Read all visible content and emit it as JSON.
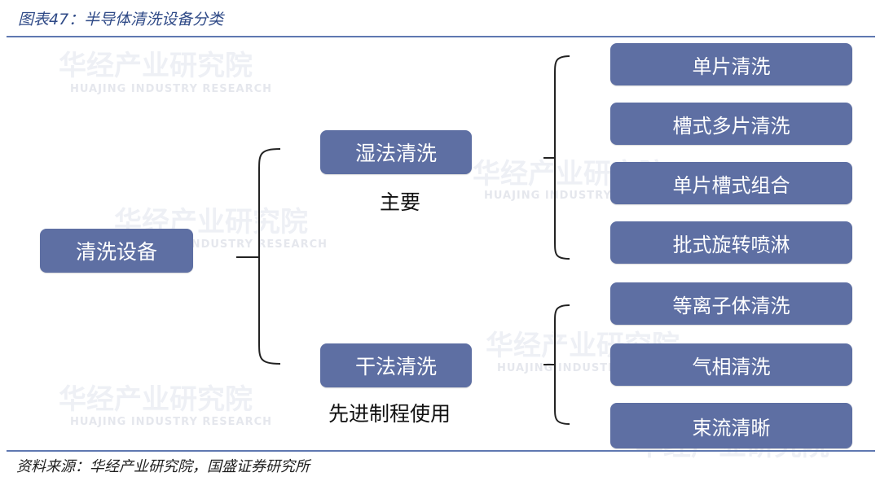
{
  "header": {
    "title": "图表47：半导体清洗设备分类"
  },
  "diagram": {
    "root": "清洗设备",
    "branches": [
      {
        "label": "湿法清洗",
        "note": "主要",
        "children": [
          "单片清洗",
          "槽式多片清洗",
          "单片槽式组合",
          "批式旋转喷淋"
        ]
      },
      {
        "label": "干法清洗",
        "note": "先进制程使用",
        "children": [
          "等离子体清洗",
          "气相清洗",
          "束流清晰"
        ]
      }
    ]
  },
  "footer": {
    "source": "资料来源：华经产业研究院，国盛证券研究所"
  },
  "watermarks": {
    "large": "华经产业研究院",
    "small": "HUAJING INDUSTRY RESEARCH"
  },
  "colors": {
    "node_fill": "#5e6fa3",
    "node_text": "#ffffff",
    "rule": "#5f78b1",
    "title": "#2f4a87"
  }
}
